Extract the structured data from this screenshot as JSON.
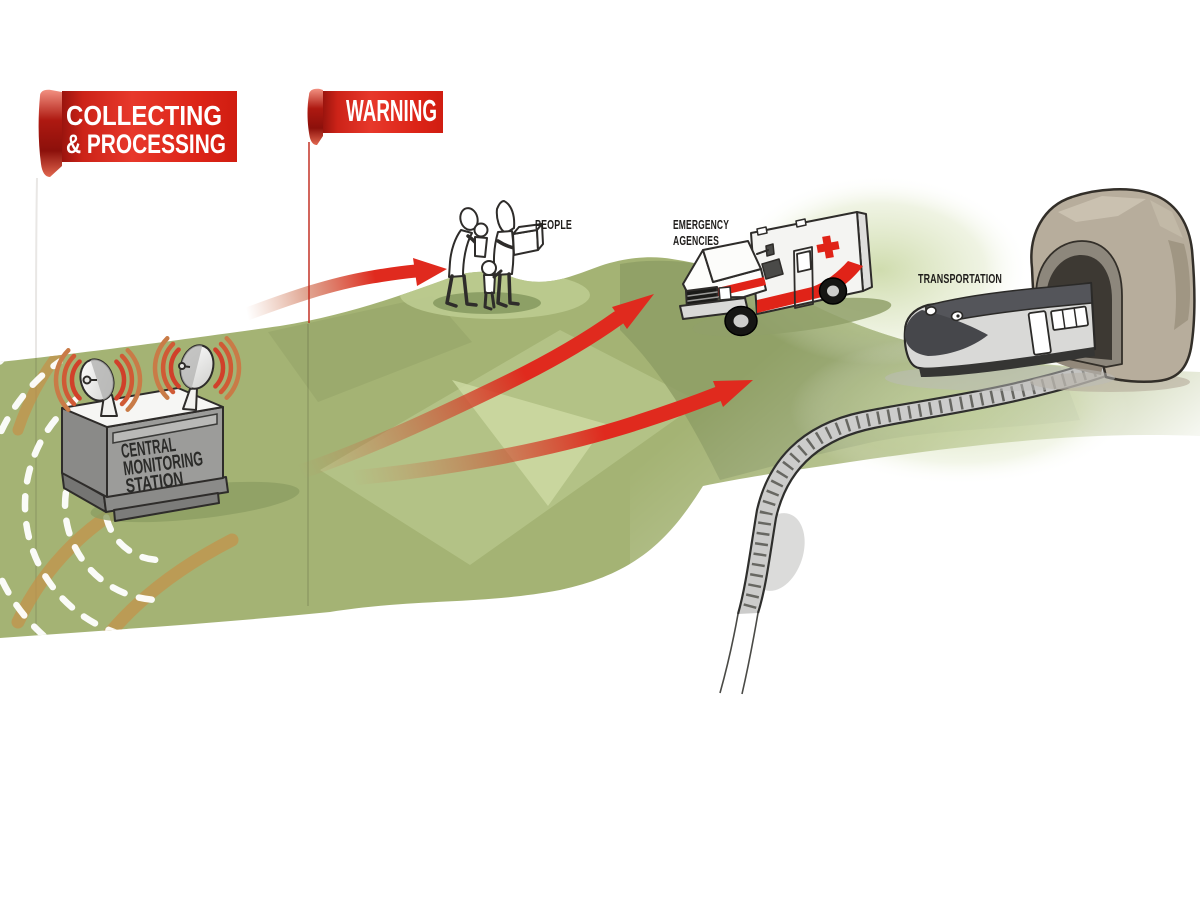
{
  "stages": {
    "collecting": {
      "line1": "COLLECTING",
      "line2": "& PROCESSING"
    },
    "warning": {
      "label": "WARNING"
    }
  },
  "station": {
    "line1": "CENTRAL",
    "line2": "MONITORING",
    "line3": "STATION"
  },
  "targets": {
    "people": {
      "label": "PEOPLE"
    },
    "agencies": {
      "line1": "EMERGENCY",
      "line2": "AGENCIES"
    },
    "transportation": {
      "label": "TRANSPORTATION"
    }
  },
  "colors": {
    "banner_red": "#da2014",
    "arrow_red": "#e02a1e",
    "terrain_green": "#a4b374",
    "terrain_light": "#bccb90",
    "terrain_dark": "#8e9d65",
    "signal_orange": "#c4924a",
    "rock_tan": "#b7ad9c",
    "cross_red": "#e02318"
  }
}
